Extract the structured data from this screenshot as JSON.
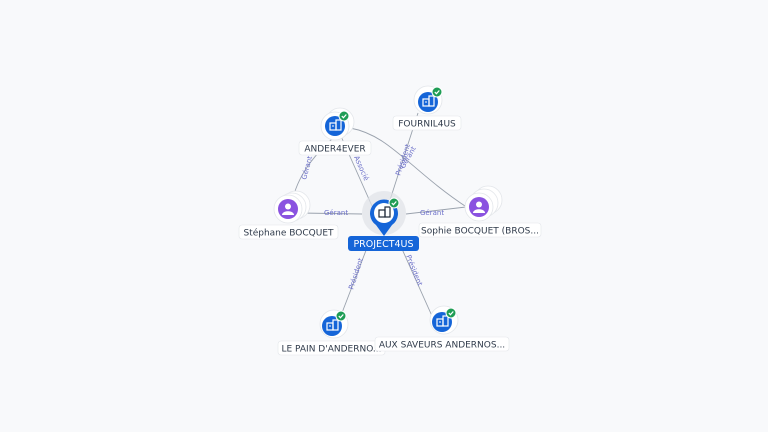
{
  "nodes": {
    "center": {
      "label": "PROJECT4US",
      "kind": "company",
      "verified": true
    },
    "ander4ever": {
      "label": "ANDER4EVER",
      "kind": "company",
      "verified": true
    },
    "fournil4us": {
      "label": "FOURNIL4US",
      "kind": "company",
      "verified": true
    },
    "stephane": {
      "label": "Stéphane BOCQUET",
      "kind": "person"
    },
    "sophie": {
      "label": "Sophie BOCQUET (BROS...",
      "kind": "person"
    },
    "pain": {
      "label": "LE PAIN D'ANDERNO...",
      "kind": "company",
      "verified": true
    },
    "saveurs": {
      "label": "AUX SAVEURS ANDERNOS...",
      "kind": "company",
      "verified": true
    }
  },
  "edges": {
    "associe": "Associé",
    "president_fournil": "Président",
    "gerant_ander": "Gérant",
    "gerant_stephane": "Gérant",
    "gerant_sophie": "Gérant",
    "president_pain": "Président",
    "president_saveurs": "Président",
    "sophie_fournil": "Gérant"
  },
  "colors": {
    "company": "#1565d8",
    "person": "#8a52e0",
    "verified": "#1f9d55",
    "edge": "#9aa2ad",
    "edge_label": "#6b6fc8"
  },
  "icons": {
    "company": "building-icon",
    "person": "person-icon",
    "verified": "check-badge-icon"
  }
}
